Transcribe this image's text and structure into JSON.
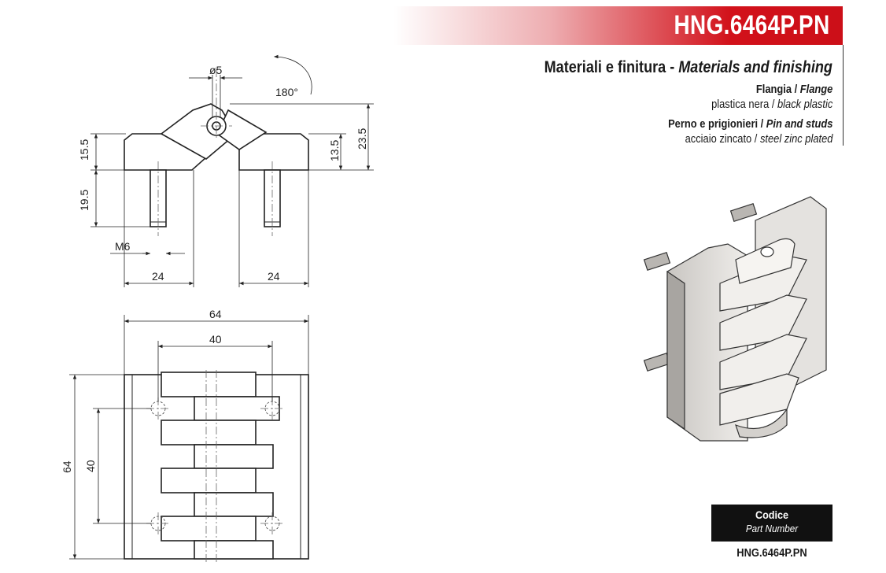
{
  "header": {
    "part_code": "HNG.6464P.PN"
  },
  "materials": {
    "title_it": "Materiali e finitura - ",
    "title_en": "Materials and finishing",
    "items": [
      {
        "label_it": "Flangia / ",
        "label_en": "Flange",
        "value_it": "plastica nera / ",
        "value_en": "black plastic"
      },
      {
        "label_it": "Perno e prigionieri / ",
        "label_en": "Pin and studs",
        "value_it": "acciaio zincato / ",
        "value_en": "steel zinc plated"
      }
    ]
  },
  "drawing": {
    "dim_pin": "ø5",
    "dim_rotation": "180°",
    "dim_flange_height": "15.5",
    "dim_stud_length": "19.5",
    "dim_thread": "M6",
    "dim_stud_left": "24",
    "dim_stud_right": "24",
    "dim_hinge_13": "13.5",
    "dim_total_height": "23.5",
    "dim_width_64": "64",
    "dim_width_40": "40",
    "dim_height_64": "64",
    "dim_height_40": "40"
  },
  "part_number": {
    "label": "Codice",
    "sublabel": "Part Number",
    "value": "HNG.6464P.PN"
  }
}
